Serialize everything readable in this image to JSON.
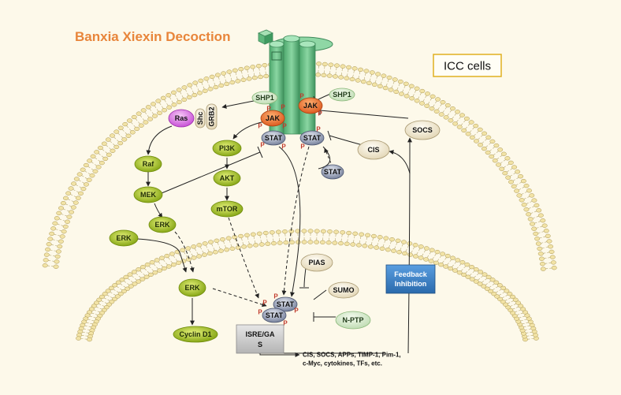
{
  "title": "Banxia Xiexin Decoction",
  "cell_label": "ICC cells",
  "feedback_label": [
    "Feedback",
    "Inhibition"
  ],
  "isre_label": [
    "ISRE/GA",
    "S"
  ],
  "targets_label": [
    "CIS, SOCS, APPs, TIMP-1, Pim-1,",
    "c-Myc, cytokines, TFs, etc."
  ],
  "nodes": {
    "shp1_left": "SHP1",
    "shp1_right": "SHP1",
    "jak_left": "JAK",
    "jak_right": "JAK",
    "stat_left": "STAT",
    "stat_right": "STAT",
    "stat_free": "STAT",
    "ras": "Ras",
    "shc": "Shc",
    "grb2": "GRB2",
    "raf": "Raf",
    "mek": "MEK",
    "erk_1": "ERK",
    "erk_2": "ERK",
    "erk_3": "ERK",
    "cyclin": "Cyclin D1",
    "pi3k": "PI3K",
    "akt": "AKT",
    "mtor": "mTOR",
    "cis": "CIS",
    "socs": "SOCS",
    "pias": "PIAS",
    "sumo": "SUMO",
    "nptp": "N-PTP",
    "stat_nuc_top": "STAT",
    "stat_nuc_bottom": "STAT"
  },
  "phospho": "P",
  "colors": {
    "background": "#fdf9ea",
    "title": "#e8853a",
    "receptor": "#6cc08a",
    "jak": "#e86a2a",
    "stat": "#8a94ad",
    "green_node": "#a8c81a",
    "feedback_box": "#3c82c8",
    "membrane_head": "#f2e3a6"
  }
}
